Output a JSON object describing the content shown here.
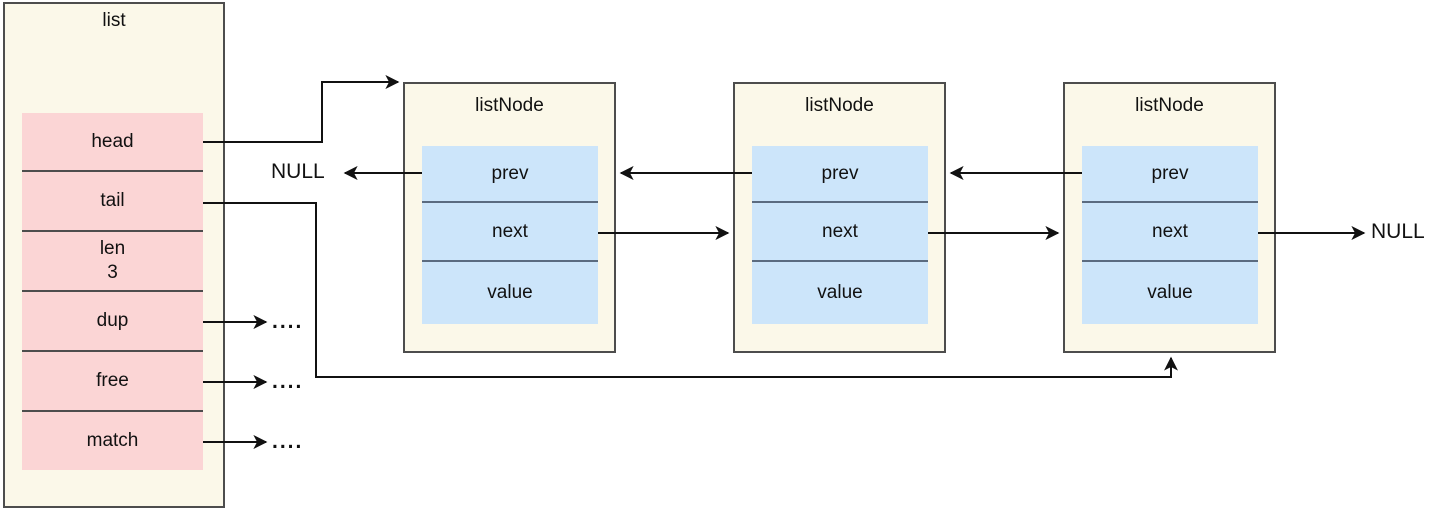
{
  "diagram": {
    "title": "doubly linked list structure diagram",
    "colors": {
      "struct_fill": "#fbf8e9",
      "field_fill": "#fbd5d5",
      "node_field_fill": "#cce5fa",
      "border": "#4d4d4d",
      "node_field_border": "#5a6b80",
      "wire": "#111111",
      "page_background": "#ffffff"
    }
  },
  "list_struct": {
    "title": "list",
    "fields": [
      {
        "name": "head",
        "value": ""
      },
      {
        "name": "tail",
        "value": ""
      },
      {
        "name": "len",
        "value": "3"
      },
      {
        "name": "dup",
        "value": ""
      },
      {
        "name": "free",
        "value": ""
      },
      {
        "name": "match",
        "value": ""
      }
    ]
  },
  "nodes": [
    {
      "title": "listNode",
      "fields": [
        {
          "name": "prev"
        },
        {
          "name": "next"
        },
        {
          "name": "value"
        }
      ]
    },
    {
      "title": "listNode",
      "fields": [
        {
          "name": "prev"
        },
        {
          "name": "next"
        },
        {
          "name": "value"
        }
      ]
    },
    {
      "title": "listNode",
      "fields": [
        {
          "name": "prev"
        },
        {
          "name": "next"
        },
        {
          "name": "value"
        }
      ]
    }
  ],
  "labels": {
    "null_left": "NULL",
    "null_right": "NULL",
    "ellipsis_dup": "....",
    "ellipsis_free": "....",
    "ellipsis_match": "...."
  },
  "connections": [
    {
      "from": "list.head",
      "to": "node1",
      "kind": "pointer"
    },
    {
      "from": "list.tail",
      "to": "node3",
      "kind": "pointer"
    },
    {
      "from": "list.dup",
      "to": "ellipsis",
      "kind": "pointer"
    },
    {
      "from": "list.free",
      "to": "ellipsis",
      "kind": "pointer"
    },
    {
      "from": "list.match",
      "to": "ellipsis",
      "kind": "pointer"
    },
    {
      "from": "node1.prev",
      "to": "NULL",
      "kind": "pointer"
    },
    {
      "from": "node1.next",
      "to": "node2",
      "kind": "pointer"
    },
    {
      "from": "node2.prev",
      "to": "node1",
      "kind": "pointer"
    },
    {
      "from": "node2.next",
      "to": "node3",
      "kind": "pointer"
    },
    {
      "from": "node3.prev",
      "to": "node2",
      "kind": "pointer"
    },
    {
      "from": "node3.next",
      "to": "NULL",
      "kind": "pointer"
    }
  ]
}
